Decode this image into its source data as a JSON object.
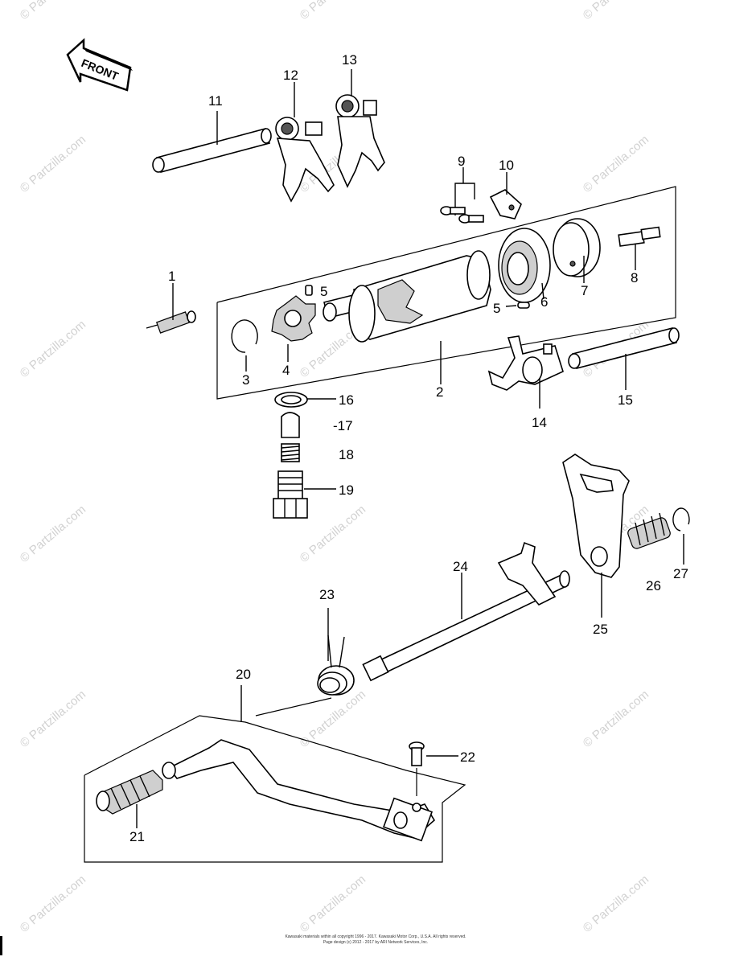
{
  "front_badge": "FRONT",
  "callouts": {
    "c1": "1",
    "c2": "2",
    "c3": "3",
    "c4": "4",
    "c5a": "5",
    "c5b": "5",
    "c6": "6",
    "c7": "7",
    "c8": "8",
    "c9": "9",
    "c10": "10",
    "c11": "11",
    "c12": "12",
    "c13": "13",
    "c14": "14",
    "c15": "15",
    "c16": "16",
    "c17": "-17",
    "c18": "18",
    "c19": "19",
    "c20": "20",
    "c21": "21",
    "c22": "22",
    "c23": "23",
    "c24": "24",
    "c25": "25",
    "c26": "26",
    "c27": "27"
  },
  "watermark": "© Partzilla.com",
  "copyright": {
    "line1": "Kawasaki materials within all copyright 1996 - 2017. Kawasaki Motor Corp., U.S.A. All rights reserved.",
    "line2": "Page design (c) 2012 - 2017 by ARI Network Services, Inc."
  },
  "icons": [
    "front-arrow-icon"
  ]
}
